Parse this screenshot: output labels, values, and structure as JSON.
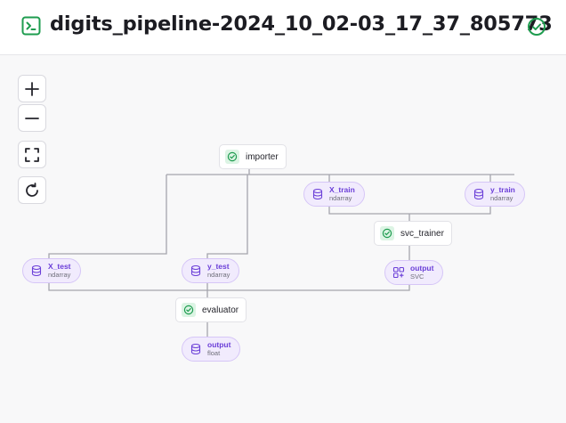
{
  "header": {
    "title": "digits_pipeline-2024_10_02-03_17_37_805773",
    "run_icon": "terminal-square-icon",
    "status_icon": "check-circle-icon",
    "status_color": "#1e9c4f"
  },
  "controls": [
    {
      "name": "zoom-in",
      "icon": "plus-icon"
    },
    {
      "name": "zoom-out",
      "icon": "minus-icon"
    },
    {
      "name": "fit-view",
      "icon": "fullscreen-icon"
    },
    {
      "name": "reset-layout",
      "icon": "refresh-icon"
    }
  ],
  "steps": {
    "importer": "importer",
    "svc_trainer": "svc_trainer",
    "evaluator": "evaluator"
  },
  "artifacts": {
    "x_train": {
      "name": "X_train",
      "type": "ndarray",
      "icon": "database-icon"
    },
    "y_train": {
      "name": "y_train",
      "type": "ndarray",
      "icon": "database-icon"
    },
    "x_test": {
      "name": "X_test",
      "type": "ndarray",
      "icon": "database-icon"
    },
    "y_test": {
      "name": "y_test",
      "type": "ndarray",
      "icon": "database-icon"
    },
    "svc_output": {
      "name": "output",
      "type": "SVC",
      "icon": "model-icon"
    },
    "eval_output": {
      "name": "output",
      "type": "float",
      "icon": "database-icon"
    }
  },
  "colors": {
    "accent": "#6b3fd8",
    "artifact_bg": "#f1ebfd",
    "step_ok": "#1e9c4f",
    "edge": "#a4a4ad"
  }
}
